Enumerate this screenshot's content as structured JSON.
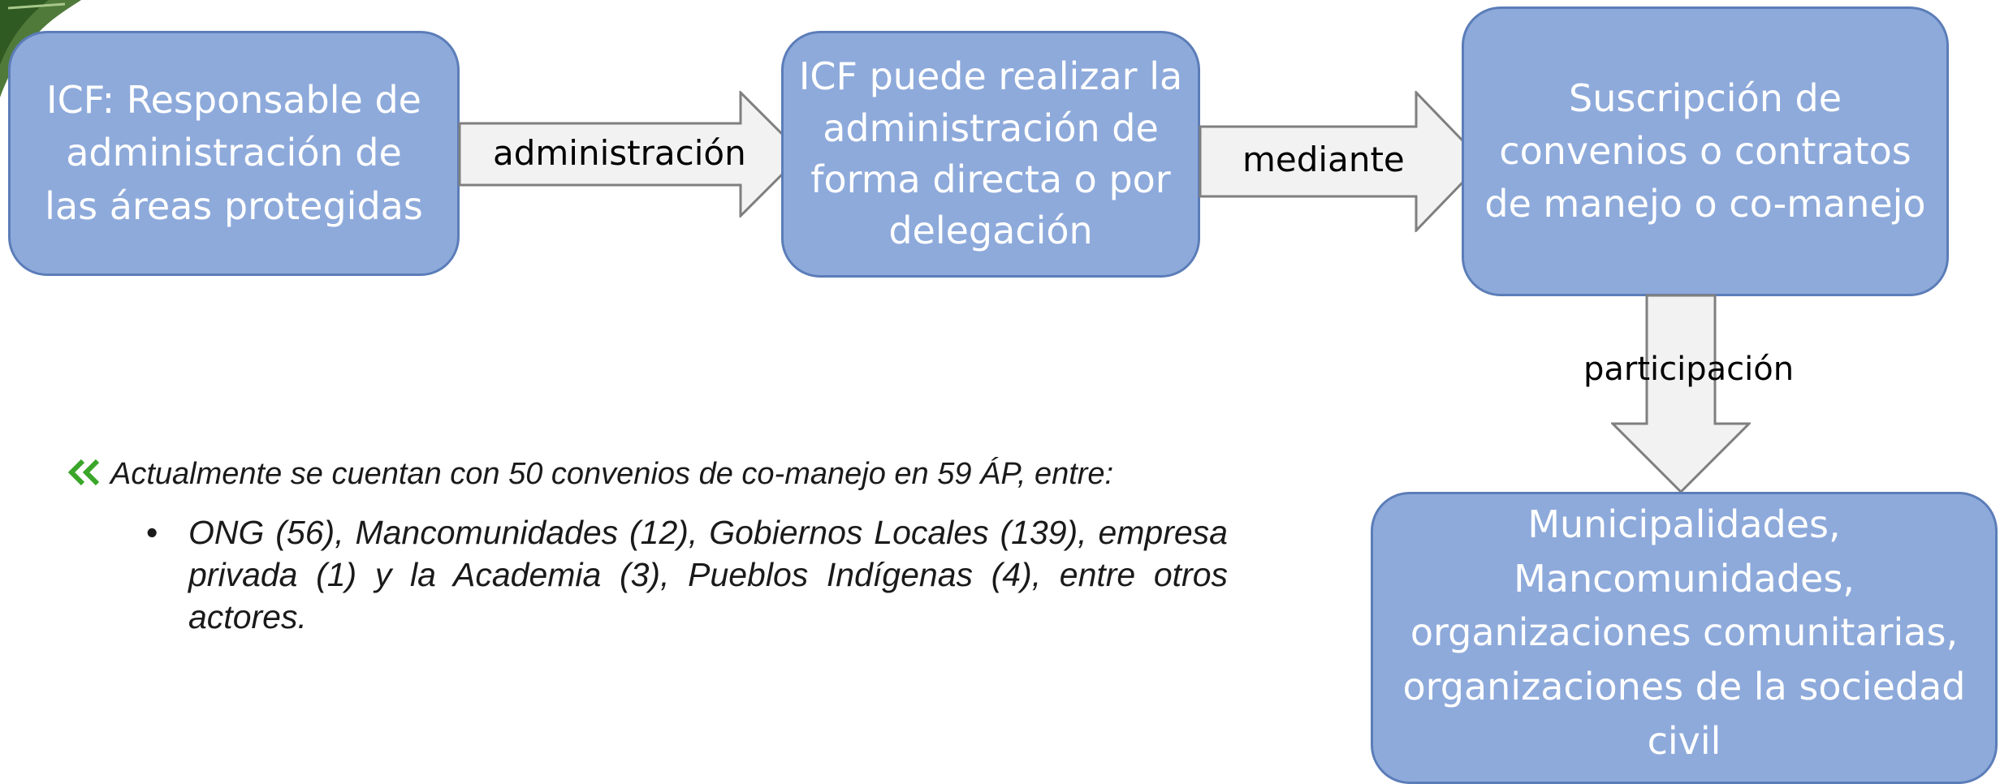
{
  "boxes": {
    "responsable": [
      "ICF: Responsable de",
      "administración de",
      "las áreas protegidas"
    ],
    "realizar": [
      "ICF puede realizar la",
      "administración de",
      "forma directa o por",
      "delegación"
    ],
    "suscripcion": [
      "Suscripción de",
      "convenios o contratos",
      "de manejo o co-manejo"
    ],
    "actores": [
      "Municipalidades,",
      "Mancomunidades,",
      "organizaciones comunitarias,",
      "organizaciones de la sociedad",
      "civil"
    ]
  },
  "arrows": {
    "administracion": "administración",
    "mediante": "mediante",
    "participacion": "participación"
  },
  "bullets": {
    "main": "Actualmente se cuentan con 50 convenios de co-manejo en 59 ÁP, entre:",
    "sub": "ONG (56), Mancomunidades (12), Gobiernos Locales (139), empresa privada (1) y la Academia (3), Pueblos Indígenas (4), entre otros actores.",
    "sub_marker": "•"
  },
  "colors": {
    "box_fill": "#8eaadb",
    "box_border": "#5b7db8",
    "arrow_fill": "#f2f2f2",
    "arrow_stroke": "#7f7f7f",
    "chevron": "#3aa629"
  }
}
